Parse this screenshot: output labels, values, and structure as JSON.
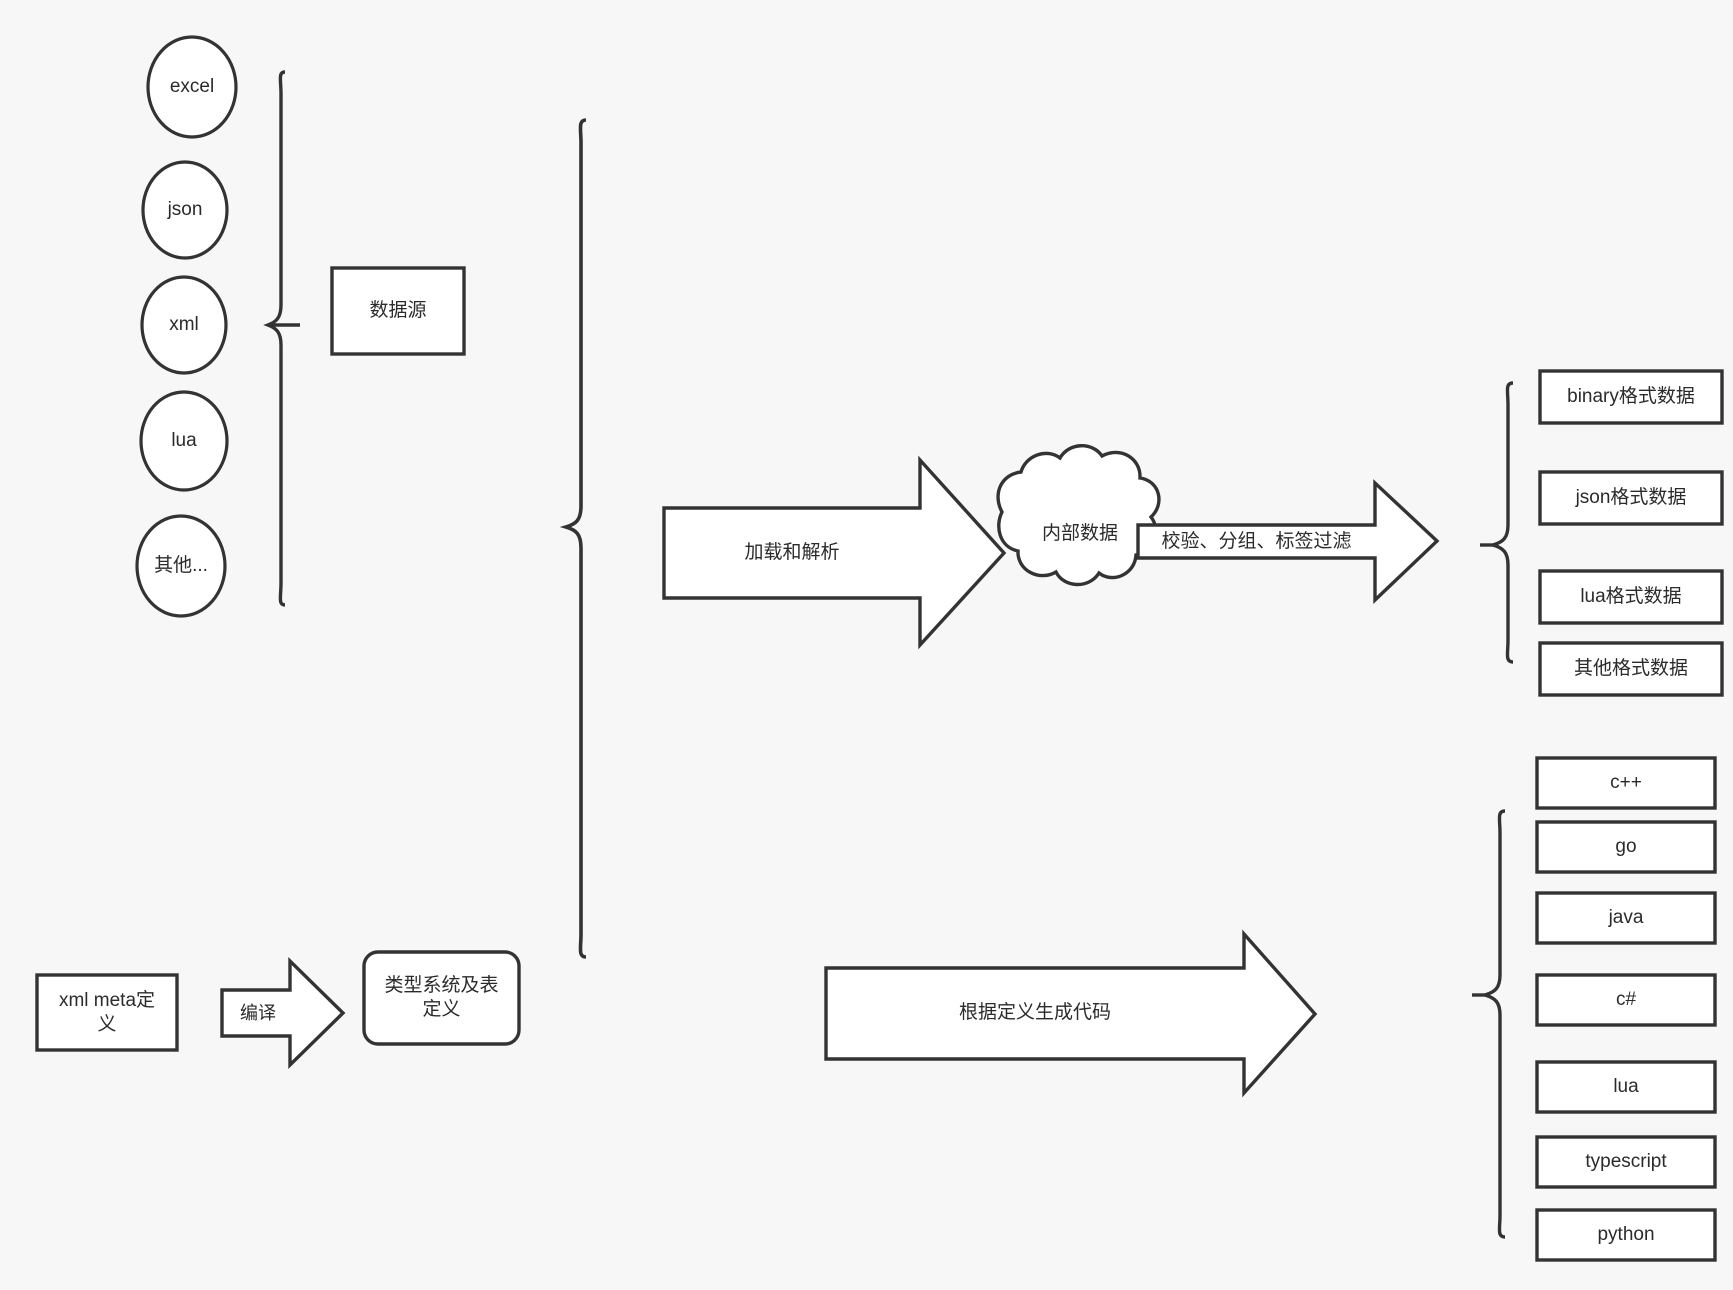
{
  "diagram": {
    "title_text_color": "#2b2b2b",
    "stroke_color": "#333333",
    "fill_color": "#ffffff",
    "background_color": "#f7f7f7",
    "sources": {
      "group_label": "数据源",
      "items": [
        {
          "label": "excel"
        },
        {
          "label": "json"
        },
        {
          "label": "xml"
        },
        {
          "label": "lua"
        },
        {
          "label": "其他..."
        }
      ]
    },
    "meta": {
      "input_label": "xml meta定\n义",
      "compile_arrow_label": "编译",
      "output_label": "类型系统及表\n定义"
    },
    "pipeline": {
      "load_arrow_label": "加载和解析",
      "cloud_label": "内部数据",
      "filter_arrow_label": "校验、分组、标签过滤",
      "codegen_arrow_label": "根据定义生成代码"
    },
    "data_formats": {
      "items": [
        {
          "label": "binary格式数据"
        },
        {
          "label": "json格式数据"
        },
        {
          "label": "lua格式数据"
        },
        {
          "label": "其他格式数据"
        }
      ]
    },
    "code_targets": {
      "items": [
        {
          "label": "c++"
        },
        {
          "label": "go"
        },
        {
          "label": "java"
        },
        {
          "label": "c#"
        },
        {
          "label": "lua"
        },
        {
          "label": "typescript"
        },
        {
          "label": "python"
        }
      ]
    }
  }
}
